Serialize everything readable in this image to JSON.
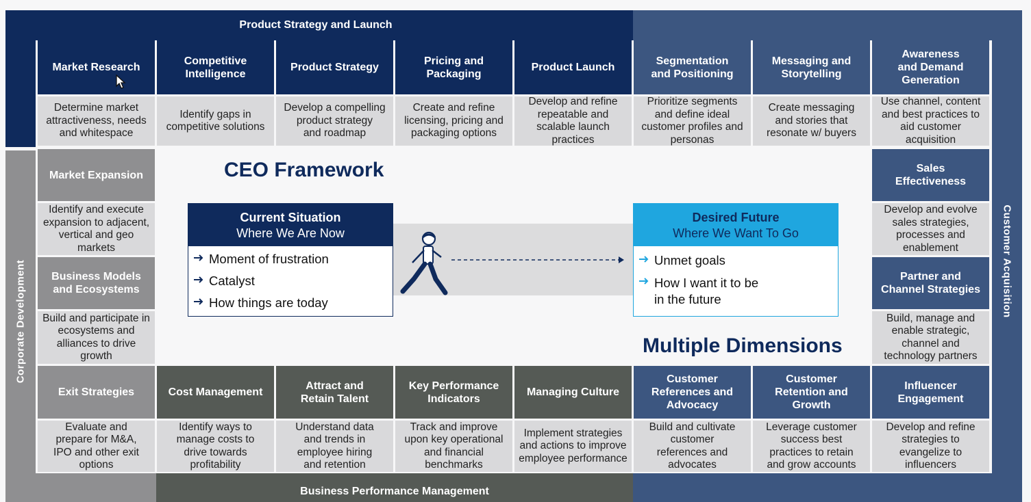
{
  "bands": {
    "top": "Product Strategy and Launch",
    "bottom": "Business Performance Management",
    "left": "Corporate Development",
    "right": "Customer Acquisition"
  },
  "top_row": [
    {
      "title": "Market Research",
      "desc": "Determine market\nattractiveness, needs\nand whitespace"
    },
    {
      "title": "Competitive\nIntelligence",
      "desc": "Identify gaps in\ncompetitive solutions"
    },
    {
      "title": "Product Strategy",
      "desc": "Develop a compelling\nproduct strategy\nand roadmap"
    },
    {
      "title": "Pricing and\nPackaging",
      "desc": "Create and refine\nlicensing, pricing and\npackaging options"
    },
    {
      "title": "Product Launch",
      "desc": "Develop and refine\nrepeatable and\nscalable launch\npractices"
    },
    {
      "title": "Segmentation\nand Positioning",
      "desc": "Prioritize segments\nand define ideal\ncustomer profiles and\npersonas"
    },
    {
      "title": "Messaging and\nStorytelling",
      "desc": "Create messaging\nand stories that\nresonate w/ buyers"
    },
    {
      "title": "Awareness\nand Demand\nGeneration",
      "desc": "Use channel, content\nand best practices to\naid customer\nacquisition"
    }
  ],
  "left_col": [
    {
      "title": "Market Expansion",
      "desc": "Identify and execute\nexpansion to adjacent,\nvertical and geo\nmarkets"
    },
    {
      "title": "Business Models\nand Ecosystems",
      "desc": "Build and participate in\necosystems and\nalliances to drive\ngrowth"
    }
  ],
  "right_col": [
    {
      "title": "Sales\nEffectiveness",
      "desc": "Develop and evolve\nsales strategies,\nprocesses and\nenablement"
    },
    {
      "title": "Partner and\nChannel Strategies",
      "desc": "Build, manage and\nenable strategic,\nchannel and\ntechnology partners"
    }
  ],
  "bottom_row": [
    {
      "title": "Exit Strategies",
      "desc": "Evaluate and\nprepare for M&A,\nIPO and other exit\noptions"
    },
    {
      "title": "Cost Management",
      "desc": "Identify ways to\nmanage costs to\ndrive towards\nprofitability"
    },
    {
      "title": "Attract and\nRetain Talent",
      "desc": "Understand data\nand trends in\nemployee hiring\nand retention"
    },
    {
      "title": "Key Performance\nIndicators",
      "desc": "Track and improve\nupon key operational\nand financial\nbenchmarks"
    },
    {
      "title": "Managing Culture",
      "desc": "Implement strategies\nand actions to improve\nemployee performance"
    },
    {
      "title": "Customer\nReferences and\nAdvocacy",
      "desc": "Build and cultivate\ncustomer\nreferences and\nadvocates"
    },
    {
      "title": "Customer\nRetention and\nGrowth",
      "desc": "Leverage customer\nsuccess best\npractices to retain\nand grow accounts"
    },
    {
      "title": "Influencer\nEngagement",
      "desc": "Develop and refine\nstrategies to\nevangelize to\ninfluencers"
    }
  ],
  "center": {
    "title": "CEO Framework",
    "subtitle": "Multiple Dimensions",
    "current": {
      "title": "Current Situation",
      "subtitle": "Where We Are Now",
      "items": [
        "Moment of frustration",
        "Catalyst",
        "How things are today"
      ]
    },
    "desired": {
      "title": "Desired Future",
      "subtitle": "Where We Want To Go",
      "items": [
        "Unmet goals",
        "How I want it to be\nin the future"
      ]
    }
  },
  "colors": {
    "navy": "#0f2a5c",
    "slate": "#3c5680",
    "gray": "#8f8f91",
    "olive": "#555a55",
    "cyan": "#1fa6df",
    "desc_bg": "#d9d9db"
  },
  "icons": {
    "person": "walking-person-icon",
    "cursor": "mouse-cursor-icon",
    "arrow": "right-arrow-icon"
  }
}
